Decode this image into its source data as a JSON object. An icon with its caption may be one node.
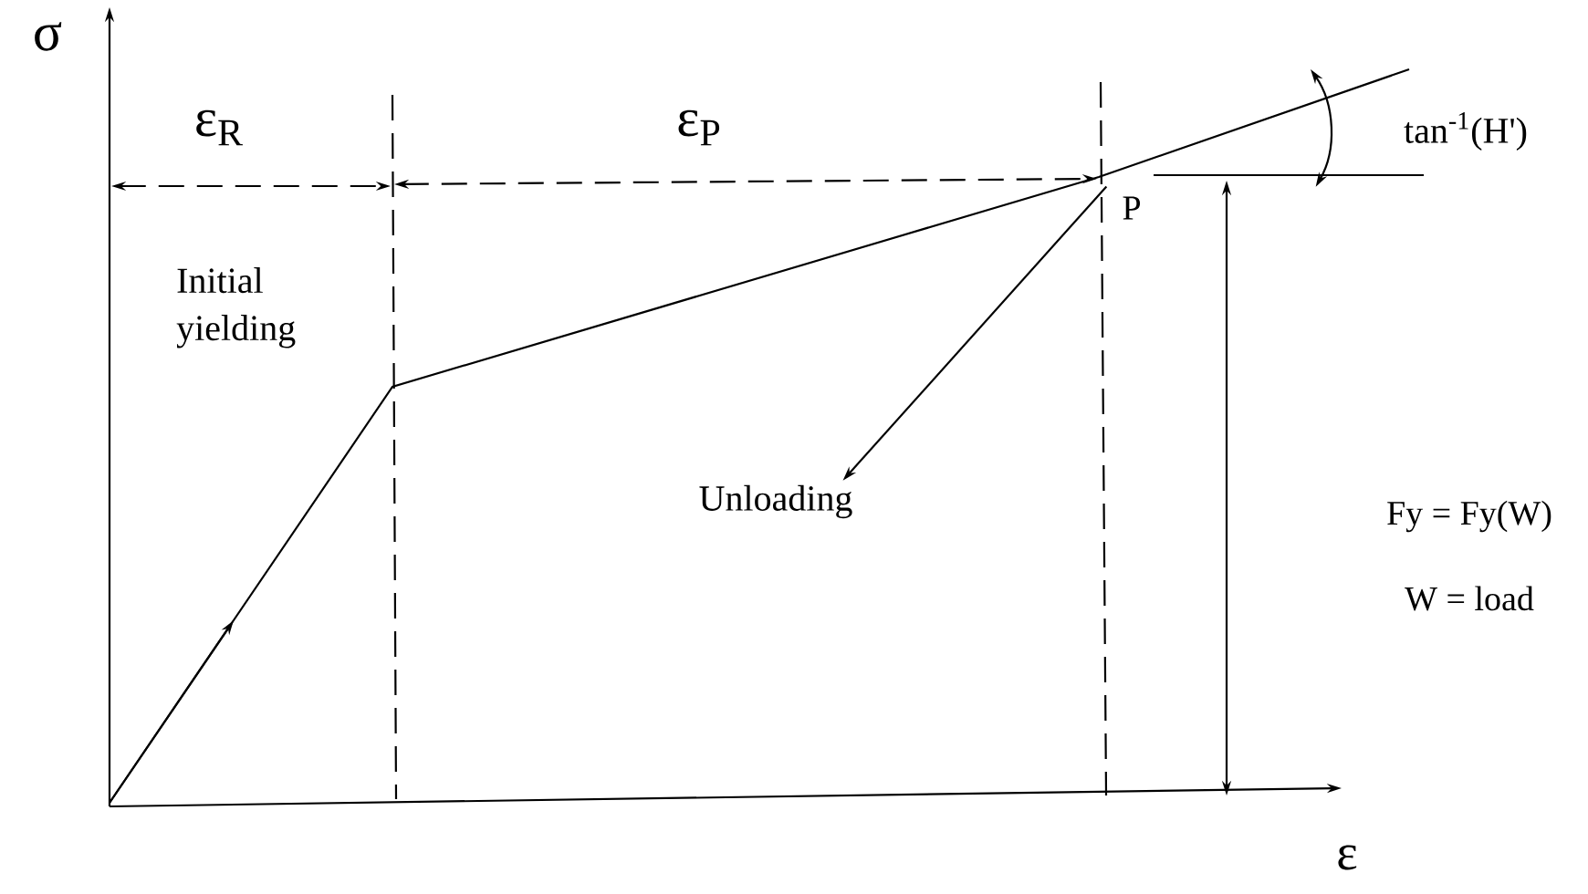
{
  "diagram": {
    "nodes": [
      {
        "text": [
          "P"
        ]
      },
      {
        "text": [
          "Unloading"
        ]
      }
    ],
    "edges": [
      {
        "from": 0,
        "to": 1,
        "arrow": "to"
      }
    ],
    "labels": [
      "σ",
      "ε$_{R}$",
      "ε$_{P}$",
      "Initial yielding",
      "tan$^{-1}$(H')",
      "Fy = Fy(W)",
      "W = load",
      "ε"
    ]
  }
}
